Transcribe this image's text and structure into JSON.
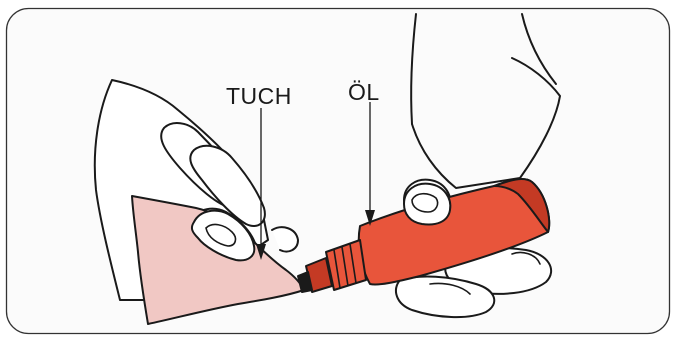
{
  "labels": {
    "cloth": "TUCH",
    "oil": "ÖL"
  },
  "icons": {
    "hand": "hand-outline-drawing",
    "cloth": "cloth-piece",
    "oil_bottle": "oil-bottle"
  },
  "colors": {
    "cloth_fill": "#f1c8c4",
    "bottle_fill": "#e8553b",
    "bottle_dark": "#c43a24",
    "panel_background": "#fbfbfb",
    "outline": "#1a1a1a"
  }
}
